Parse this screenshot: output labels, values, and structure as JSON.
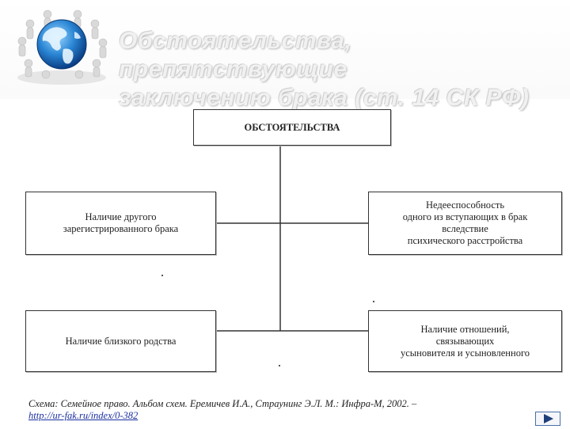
{
  "header": {
    "title_lines": [
      "Обстоятельства, препятствующие",
      "заключению брака (ст. 14 СК РФ)"
    ]
  },
  "diagram": {
    "root": "ОБСТОЯТЕЛЬСТВА",
    "left": [
      [
        "Наличие другого",
        "зарегистрированного брака"
      ],
      [
        "Наличие близкого родства"
      ]
    ],
    "right": [
      [
        "Недееспособность",
        "одного из вступающих в брак",
        "вследствие",
        "психического расстройства"
      ],
      [
        "Наличие отношений,",
        "связывающих",
        "усыновителя и усыновленного"
      ]
    ]
  },
  "caption": {
    "text": "Схема: Семейное право. Альбом схем.  Еремичев И.А., Страунинг Э.Л. М.: Инфра-М, 2002. –",
    "link": "http://ur-fak.ru/index/0-382"
  },
  "nav": {
    "icon": "play-triangle-icon",
    "accent": "#1f3f7a"
  }
}
